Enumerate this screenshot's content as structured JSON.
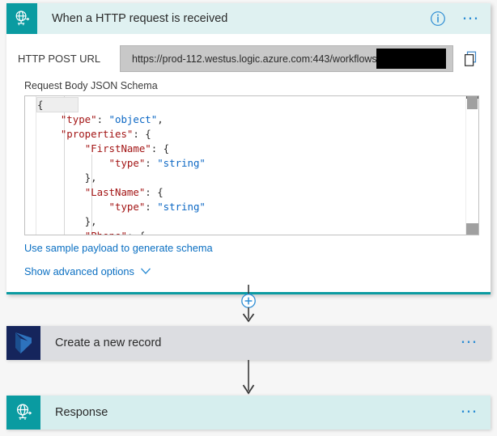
{
  "trigger_card": {
    "icon": "globe-network-icon",
    "title": "When a HTTP request is received",
    "info_icon": "info-circle-icon",
    "overflow_icon": "ellipsis-icon",
    "url_label": "HTTP POST URL",
    "url_value": "https://prod-112.westus.logic.azure.com:443/workflows/",
    "url_redacted": true,
    "copy_icon": "copy-icon",
    "schema_label": "Request Body JSON Schema",
    "code_lines": [
      [
        {
          "t": "punct",
          "v": "{"
        }
      ],
      [
        {
          "t": "punct",
          "v": "    "
        },
        {
          "t": "key",
          "v": "\"type\""
        },
        {
          "t": "punct",
          "v": ": "
        },
        {
          "t": "str",
          "v": "\"object\""
        },
        {
          "t": "punct",
          "v": ","
        }
      ],
      [
        {
          "t": "punct",
          "v": "    "
        },
        {
          "t": "key",
          "v": "\"properties\""
        },
        {
          "t": "punct",
          "v": ": {"
        }
      ],
      [
        {
          "t": "punct",
          "v": "        "
        },
        {
          "t": "key",
          "v": "\"FirstName\""
        },
        {
          "t": "punct",
          "v": ": {"
        }
      ],
      [
        {
          "t": "punct",
          "v": "            "
        },
        {
          "t": "key",
          "v": "\"type\""
        },
        {
          "t": "punct",
          "v": ": "
        },
        {
          "t": "str",
          "v": "\"string\""
        }
      ],
      [
        {
          "t": "punct",
          "v": "        },"
        }
      ],
      [
        {
          "t": "punct",
          "v": "        "
        },
        {
          "t": "key",
          "v": "\"LastName\""
        },
        {
          "t": "punct",
          "v": ": {"
        }
      ],
      [
        {
          "t": "punct",
          "v": "            "
        },
        {
          "t": "key",
          "v": "\"type\""
        },
        {
          "t": "punct",
          "v": ": "
        },
        {
          "t": "str",
          "v": "\"string\""
        }
      ],
      [
        {
          "t": "punct",
          "v": "        },"
        }
      ],
      [
        {
          "t": "punct",
          "v": "        "
        },
        {
          "t": "key",
          "v": "\"Phone\""
        },
        {
          "t": "punct",
          "v": ": {"
        }
      ]
    ],
    "sample_payload_link": "Use sample payload to generate schema",
    "advanced_options_link": "Show advanced options",
    "advanced_chevron_icon": "chevron-down-icon"
  },
  "connector_1": {
    "add_icon": "plus-circle-icon",
    "arrow_icon": "arrow-down-icon"
  },
  "connector_2": {
    "arrow_icon": "arrow-down-icon"
  },
  "record_card": {
    "icon": "dynamics-365-icon",
    "title": "Create a new record",
    "overflow_icon": "ellipsis-icon"
  },
  "response_card": {
    "icon": "globe-network-icon",
    "title": "Response",
    "overflow_icon": "ellipsis-icon"
  },
  "colors": {
    "teal": "#0a9ba1",
    "teal_light": "#dff1f1",
    "link_blue": "#0a6fc2",
    "accent_blue": "#2d8dd4",
    "dynamics_navy": "#15255c",
    "record_gray": "#dcdde1",
    "response_cyan": "#d6eeee",
    "page_bg": "#f6f6f6"
  }
}
